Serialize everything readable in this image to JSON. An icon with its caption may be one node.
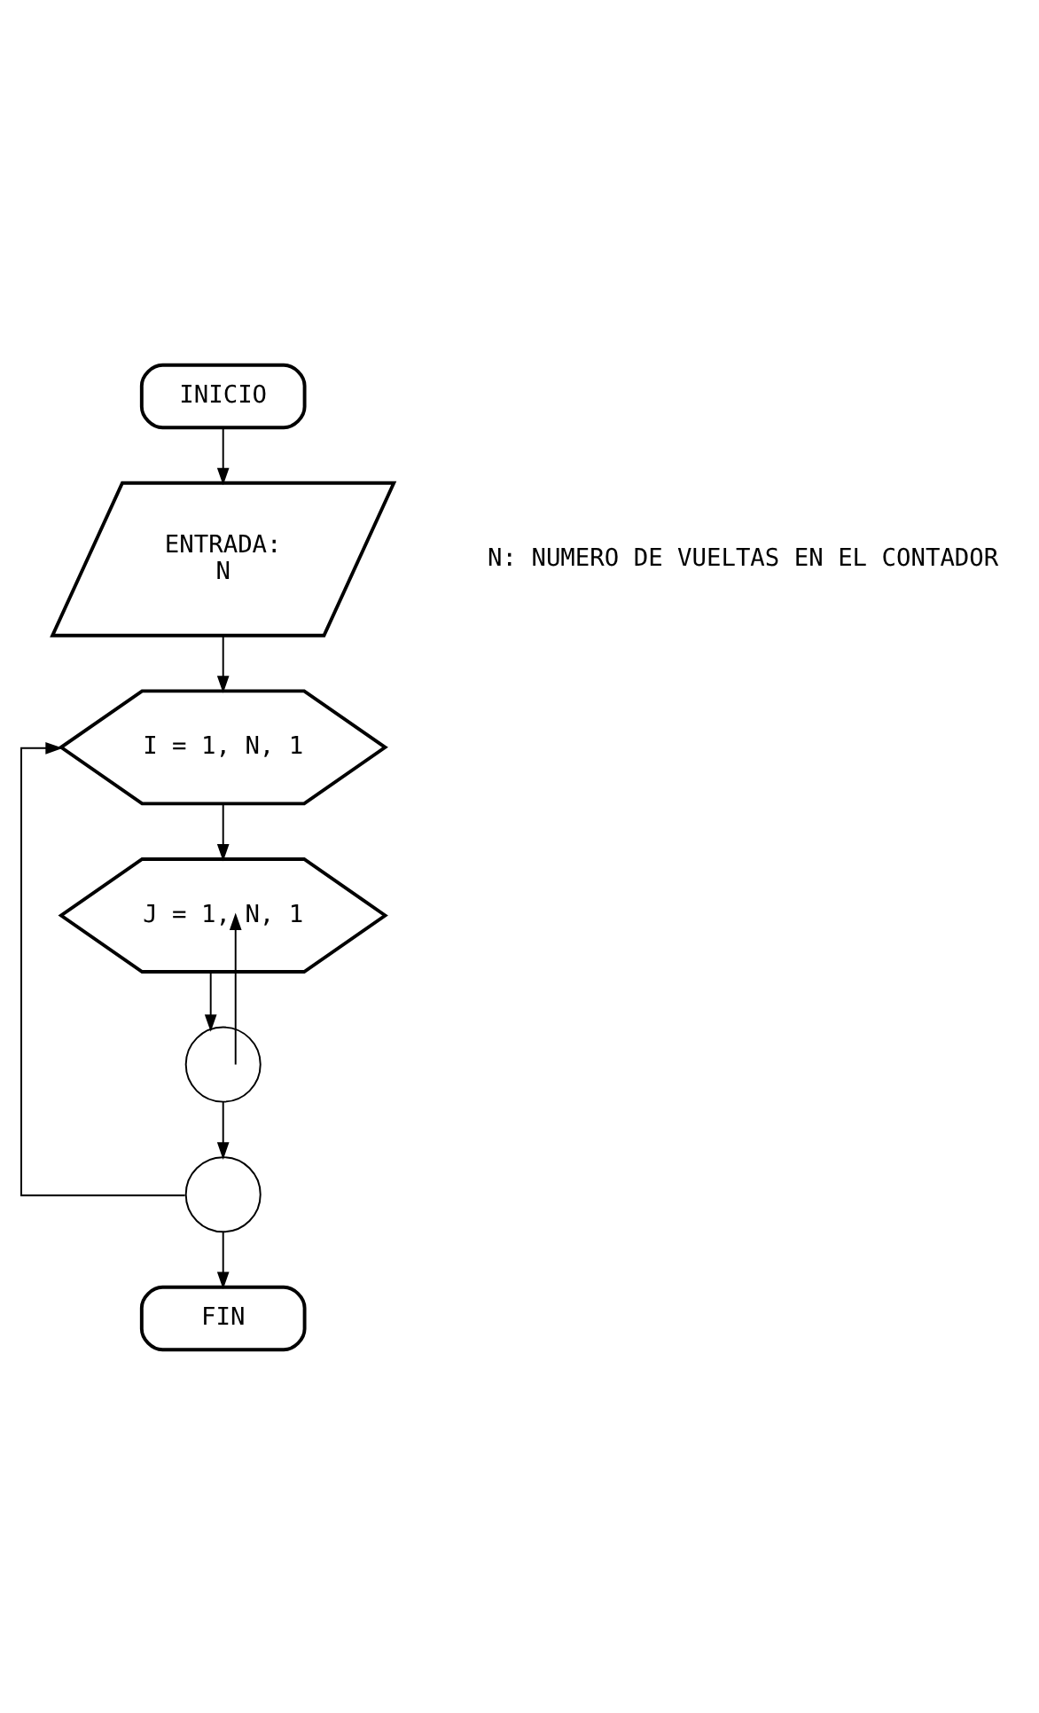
{
  "diagram": {
    "nodes": [
      {
        "text": [
          "INICIO"
        ]
      },
      {
        "text": [
          "ENTRADA:",
          "N"
        ],
        "beside": [
          "N: NUMERO DE VUELTAS EN EL CONTADOR"
        ]
      },
      {
        "text": [
          "I = 1, N, 1"
        ]
      },
      {
        "text": [
          "J = 1, N, 1"
        ]
      },
      {
        "text": [],
        "shape": "circle"
      },
      {
        "text": [],
        "shape": "circle"
      },
      {
        "text": [
          "FIN"
        ]
      }
    ],
    "edges": [
      {
        "from": 0,
        "to": 1,
        "arrow": "to"
      },
      {
        "from": 1,
        "to": 2,
        "arrow": "to"
      },
      {
        "from": 2,
        "to": 3,
        "arrow": "to"
      },
      {
        "from": 3,
        "to": 4,
        "arrow": "to"
      },
      {
        "from": 4,
        "to": 3,
        "arrow": "to"
      },
      {
        "from": 4,
        "to": 5,
        "arrow": "to"
      },
      {
        "from": 5,
        "to": 2,
        "arrow": "to"
      },
      {
        "from": 5,
        "to": 6,
        "arrow": "to"
      }
    ]
  }
}
